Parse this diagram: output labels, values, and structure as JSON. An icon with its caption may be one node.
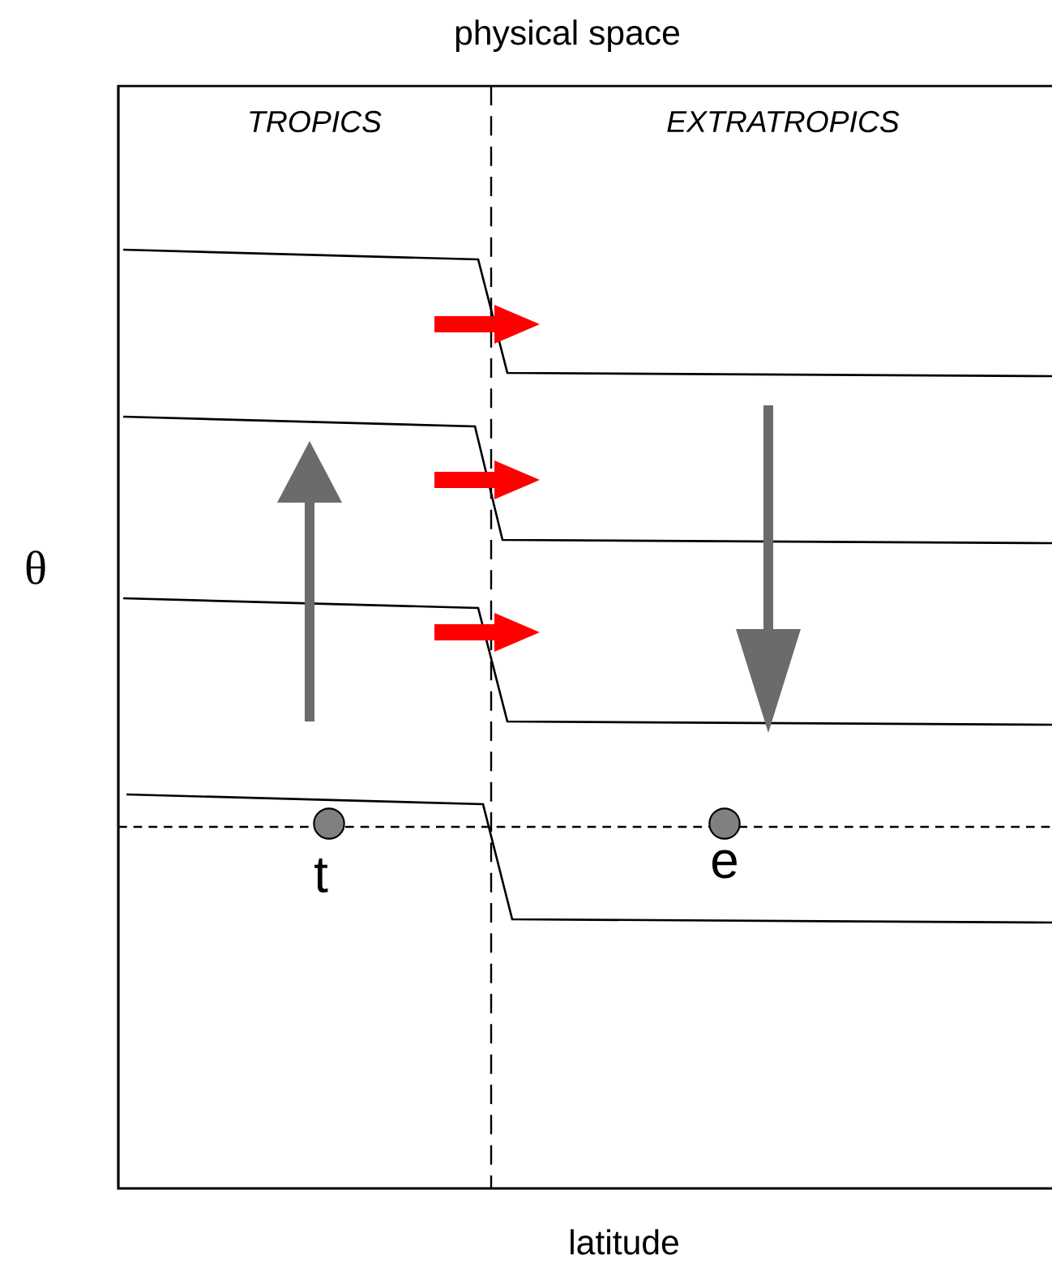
{
  "diagram": {
    "nodes": [
      {
        "text": [],
        "shape": "circle",
        "beside": [
          "t"
        ]
      },
      {
        "text": [],
        "shape": "circle",
        "beside": [
          "e"
        ]
      }
    ],
    "edges": [],
    "labels": [
      "physical space",
      "TROPICS",
      "EXTRATROPICS",
      "θ",
      "latitude"
    ]
  }
}
